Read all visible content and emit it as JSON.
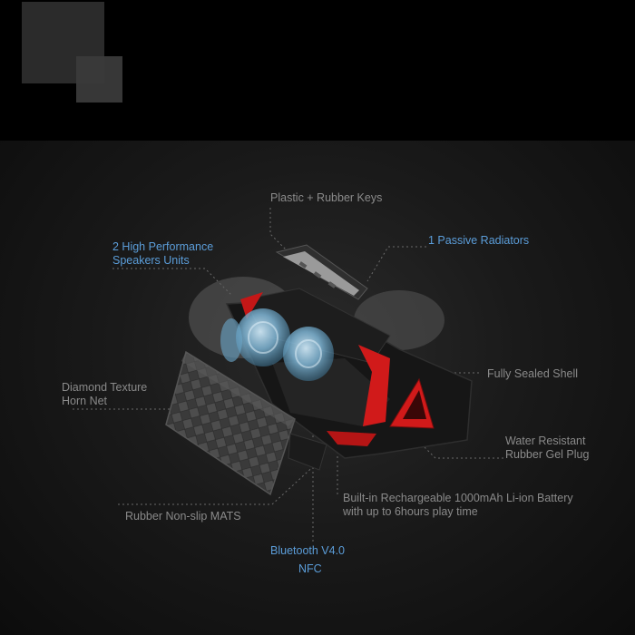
{
  "labels": {
    "keys": "Plastic + Rubber Keys",
    "speakers_l1": "2 High Performance",
    "speakers_l2": "Speakers Units",
    "radiators": "1 Passive Radiators",
    "shell": "Fully Sealed Shell",
    "horn_l1": "Diamond Texture",
    "horn_l2": "Horn Net",
    "plug_l1": "Water Resistant",
    "plug_l2": "Rubber Gel Plug",
    "battery_l1": "Built-in Rechargeable 1000mAh Li-ion Battery",
    "battery_l2": "with up to 6hours play time",
    "mats": "Rubber Non-slip MATS",
    "bt_l1": "Bluetooth V4.0",
    "bt_l2": "NFC"
  },
  "colors": {
    "highlight": "#5b9dd9",
    "muted": "#8a8a8a",
    "accent": "#d11a1a",
    "body": "#1e1e1e",
    "lens": "#7fb6d6"
  }
}
